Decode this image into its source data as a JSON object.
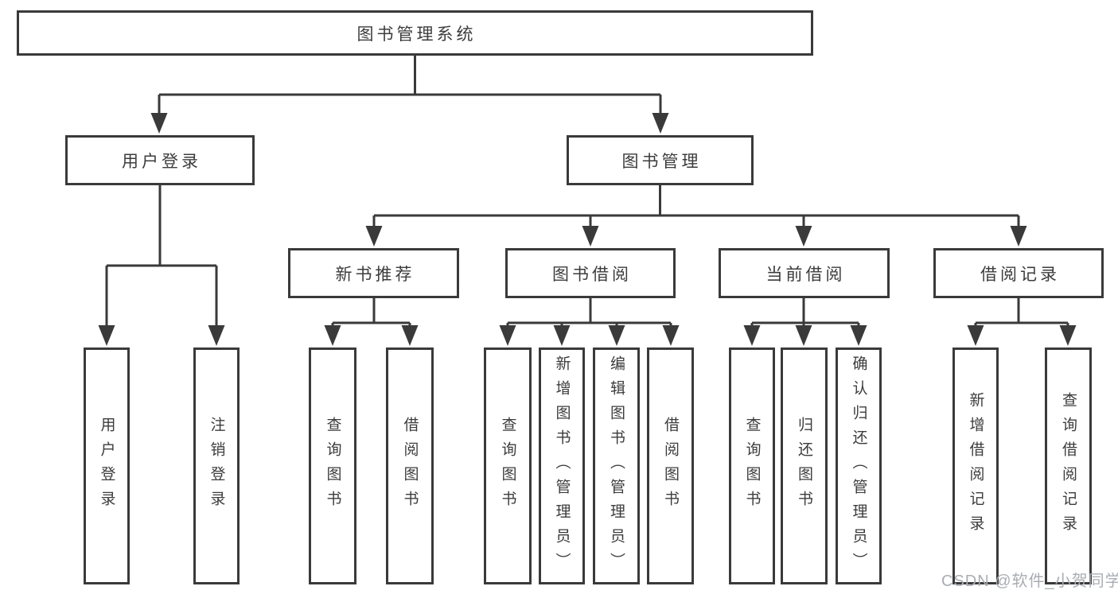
{
  "diagram": {
    "type": "hierarchy-tree",
    "root": {
      "label": "图书管理系统",
      "children": [
        {
          "label": "用户登录",
          "children": [
            {
              "label": "用户登录"
            },
            {
              "label": "注销登录"
            }
          ]
        },
        {
          "label": "图书管理",
          "children": [
            {
              "label": "新书推荐",
              "children": [
                {
                  "label": "查询图书"
                },
                {
                  "label": "借阅图书"
                }
              ]
            },
            {
              "label": "图书借阅",
              "children": [
                {
                  "label": "查询图书"
                },
                {
                  "label": "新增图书（管理员）"
                },
                {
                  "label": "编辑图书（管理员）"
                },
                {
                  "label": "借阅图书"
                }
              ]
            },
            {
              "label": "当前借阅",
              "children": [
                {
                  "label": "查询图书"
                },
                {
                  "label": "归还图书"
                },
                {
                  "label": "确认归还（管理员）"
                }
              ]
            },
            {
              "label": "借阅记录",
              "children": [
                {
                  "label": "新增借阅记录"
                },
                {
                  "label": "查询借阅记录"
                }
              ]
            }
          ]
        }
      ]
    }
  },
  "watermark": {
    "text": "CSDN @软件_小贺同学"
  },
  "colors": {
    "line": "#3a3a3a",
    "box_border": "#3a3a3a",
    "text": "#3c3c3c",
    "background": "#ffffff",
    "watermark": "#a9adb3"
  }
}
